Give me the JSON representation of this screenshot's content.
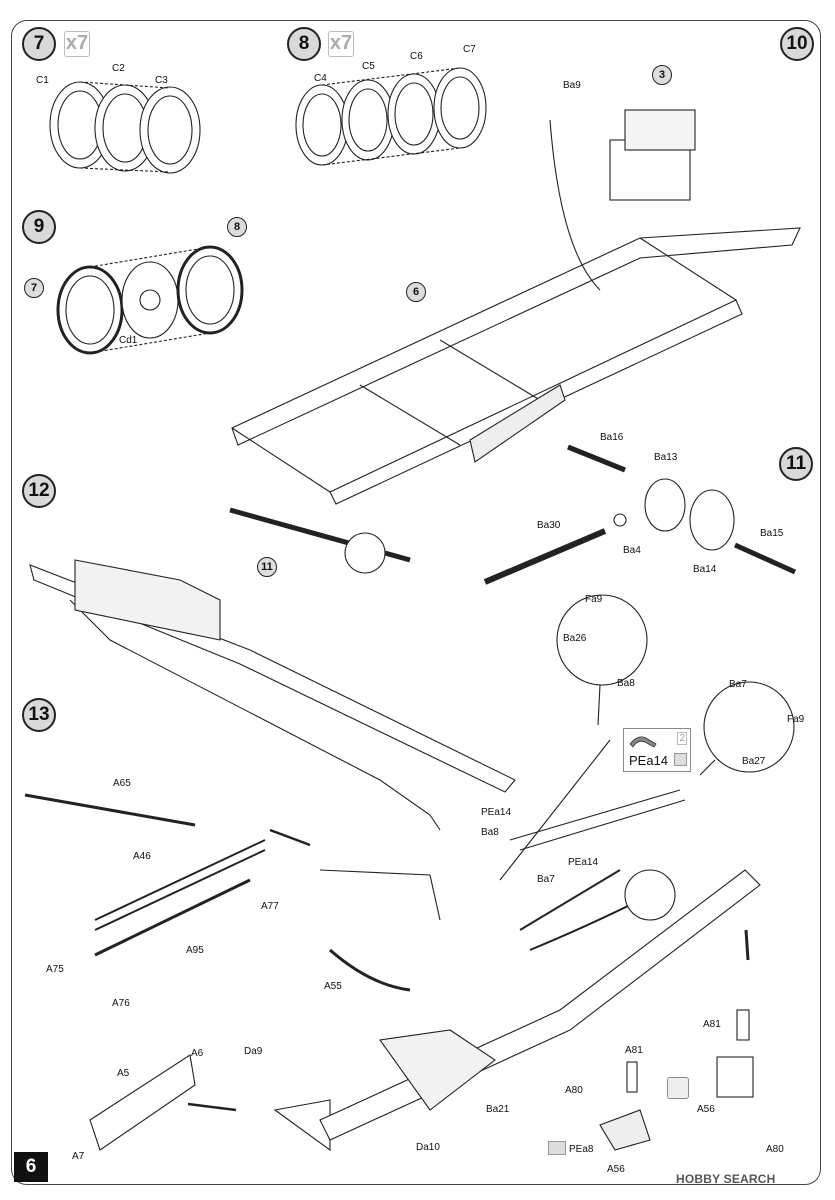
{
  "page": {
    "number": "6",
    "watermark": "HOBBY SEARCH"
  },
  "steps": {
    "s7": {
      "number": "7",
      "multiplier": "x7",
      "labels": [
        "C1",
        "C2",
        "C3"
      ]
    },
    "s8": {
      "number": "8",
      "multiplier": "x7",
      "labels": [
        "C4",
        "C5",
        "C6",
        "C7"
      ]
    },
    "s9": {
      "number": "9",
      "subs": [
        "7",
        "8"
      ],
      "labels": [
        "Cd1"
      ]
    },
    "s10": {
      "number": "10",
      "subs": [
        "3",
        "6"
      ],
      "labels": [
        "Ba9"
      ]
    },
    "s11": {
      "number": "11",
      "labels": [
        "Ba16",
        "Ba13",
        "Ba30",
        "Ba4",
        "Ba14",
        "Ba15"
      ]
    },
    "s12": {
      "number": "12",
      "subs": [
        "11"
      ]
    },
    "s13": {
      "number": "13",
      "labels": [
        "A65",
        "A46",
        "A77",
        "A95",
        "A75",
        "A76",
        "A55",
        "A5",
        "A6",
        "A7",
        "Da9",
        "Da10",
        "Ba21",
        "Fa9",
        "Ba26",
        "Ba8",
        "Ba7",
        "Fa9",
        "Ba27",
        "PEa14",
        "Ba8",
        "PEa14",
        "Ba7",
        "A81",
        "A80",
        "A81",
        "A56",
        "A80",
        "PEa8",
        "A56"
      ],
      "pe_callout": {
        "part": "PEa14",
        "count": "2"
      }
    }
  }
}
